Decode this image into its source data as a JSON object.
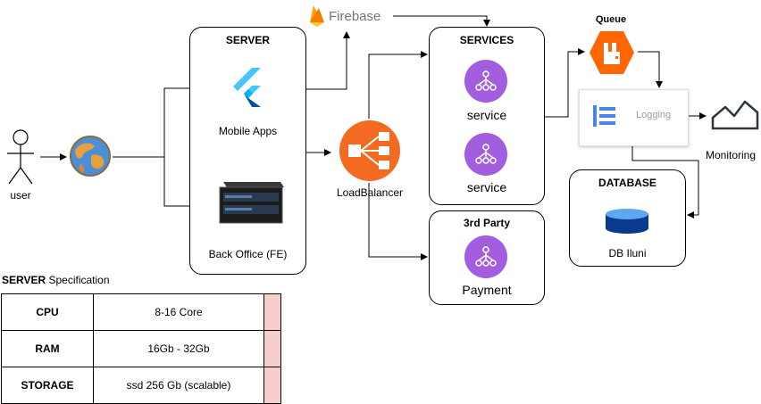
{
  "nodes": {
    "user": "user",
    "server_title": "SERVER",
    "mobile_apps": "Mobile Apps",
    "back_office": "Back Office (FE)",
    "firebase": "Firebase",
    "load_balancer": "LoadBalancer",
    "services_title": "SERVICES",
    "service_1": "service",
    "service_2": "service",
    "third_party_title": "3rd Party",
    "payment": "Payment",
    "queue": "Queue",
    "logging": "Logging",
    "monitoring": "Monitoring",
    "database_title": "DATABASE",
    "db": "DB Iluni"
  },
  "spec": {
    "title_bold": "SERVER",
    "title_rest": " Specification",
    "rows": [
      {
        "key": "CPU",
        "value": "8-16 Core"
      },
      {
        "key": "RAM",
        "value": "16Gb - 32Gb"
      },
      {
        "key": "STORAGE",
        "value": "ssd 256 Gb (scalable)"
      }
    ]
  },
  "icons": [
    "user-stick-figure-icon",
    "globe-icon",
    "flutter-icon",
    "server-rack-icon",
    "firebase-flame-icon",
    "load-balancer-icon",
    "service-node-icon",
    "rabbitmq-queue-icon",
    "logging-icon",
    "monitoring-chart-icon",
    "database-cylinder-icon"
  ],
  "colors": {
    "service": "#a35ee0",
    "load_balancer": "#f26b21",
    "queue": "#ff6600",
    "logging": "#4a86e8",
    "spec_accent": "#f8cecc"
  }
}
